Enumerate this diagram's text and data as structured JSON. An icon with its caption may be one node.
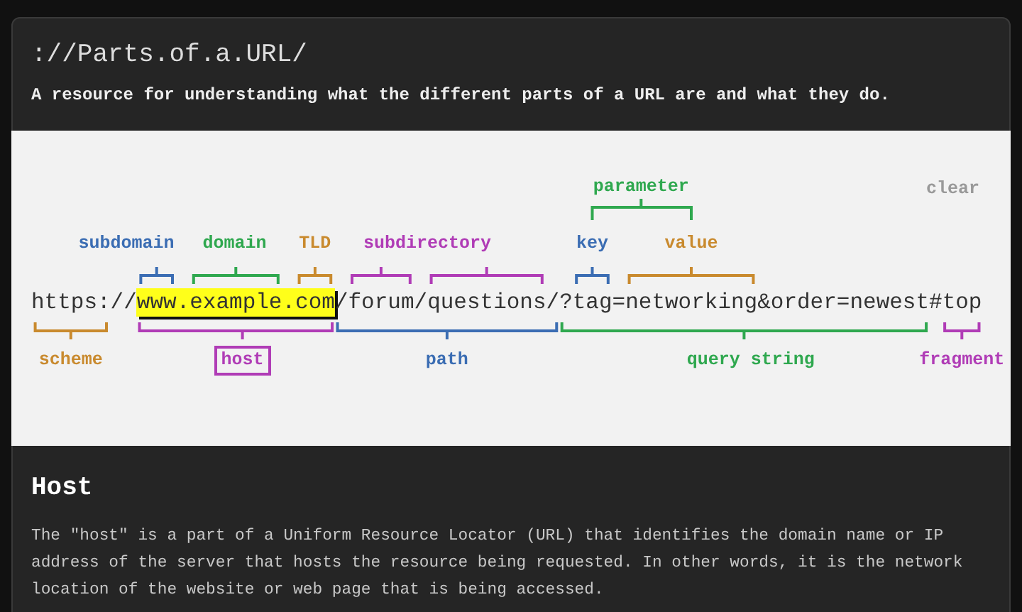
{
  "diagram": {
    "title": "://Parts.of.a.URL/",
    "nodes": [
      {
        "text": [
          "host"
        ]
      }
    ],
    "labels": [
      "A resource for understanding what the different parts of a URL are and what they do.",
      "parameter",
      "clear",
      "subdomain",
      "domain",
      "TLD",
      "subdirectory",
      "key",
      "value",
      "https://",
      "www.example.com",
      "/forum/questions/?tag=networking&order=newest#top",
      "scheme",
      "path",
      "query string",
      "fragment",
      "Host",
      "The \"host\" is a part of a Uniform Resource Locator (URL) that identifies the domain name or IP address of the server that hosts the resource being requested. In other words, it is the network location of the website or web page that is being accessed."
    ]
  }
}
